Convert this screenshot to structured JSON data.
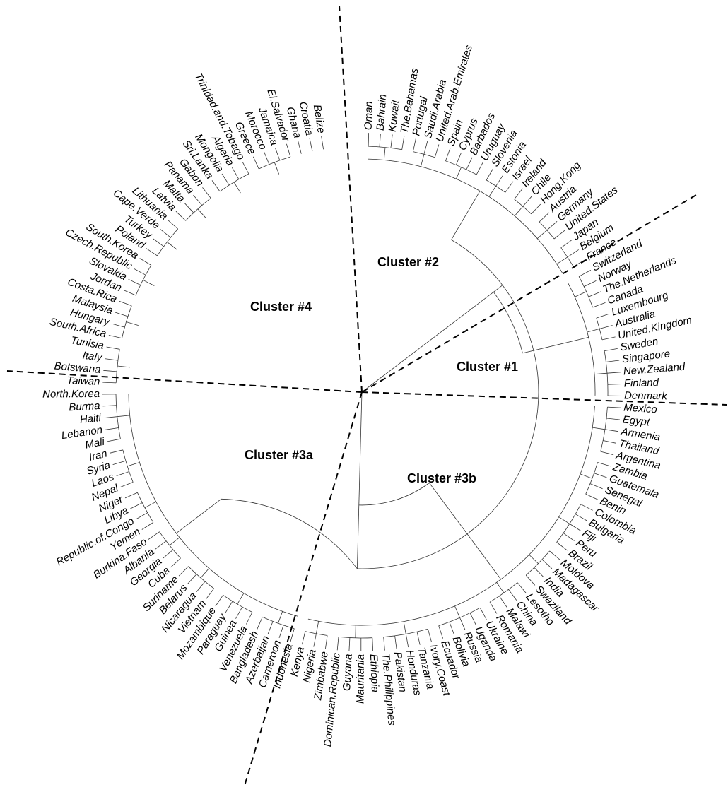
{
  "leaves": [
    "Oman",
    "Bahrain",
    "Kuwait",
    "The.Bahamas",
    "Portugal",
    "Saudi.Arabia",
    "United.Arab.Emirates",
    "Spain",
    "Cyprus",
    "Barbados",
    "Uruguay",
    "Slovenia",
    "Estonia",
    "Israel",
    "Ireland",
    "Chile",
    "Hong.Kong",
    "Austria",
    "Germany",
    "United.States",
    "Japan",
    "Belgium",
    "France",
    "Switzerland",
    "Norway",
    "The.Netherlands",
    "Canada",
    "Luxembourg",
    "Australia",
    "United.Kingdom",
    "Sweden",
    "Singapore",
    "New.Zealand",
    "Finland",
    "Denmark",
    "Mexico",
    "Egypt",
    "Armenia",
    "Thailand",
    "Argentina",
    "Zambia",
    "Guatemala",
    "Senegal",
    "Benin",
    "Colombia",
    "Bulgaria",
    "Fiji",
    "Peru",
    "Brazil",
    "Moldova",
    "Madagascar",
    "India",
    "Swaziland",
    "Lesotho",
    "China",
    "Malawi",
    "Romania",
    "Ukraine",
    "Uganda",
    "Russia",
    "Bolivia",
    "Ecuador",
    "Ivory.Coast",
    "Tanzania",
    "Honduras",
    "Pakistan",
    "The.Philippines",
    "Ethiopia",
    "Mauritania",
    "Guyana",
    "Dominican.Republic",
    "Zimbabwe",
    "Nigeria",
    "Kenya",
    "Indonesia",
    "Cameroon",
    "Azerbaijan",
    "Bangladesh",
    "Venezuela",
    "Guinea",
    "Paraguay",
    "Mozambique",
    "Vietnam",
    "Nicaragua",
    "Belarus",
    "Suriname",
    "Cuba",
    "Georgia",
    "Albania",
    "Burkina.Faso",
    "Yemen",
    "Republic.of.Congo",
    "Libya",
    "Niger",
    "Nepal",
    "Laos",
    "Syria",
    "Iran",
    "Mali",
    "Lebanon",
    "Haiti",
    "Burma",
    "North.Korea",
    "Taiwan",
    "Botswana",
    "Italy",
    "Tunisia",
    "South.Africa",
    "Hungary",
    "Malaysia",
    "Costa.Rica",
    "Jordan",
    "Slovakia",
    "Czech.Republic",
    "South.Korea",
    "Poland",
    "Turkey",
    "Cape.Verde",
    "Lithuania",
    "Latvia",
    "Malta",
    "Panama",
    "Gabon",
    "Sri.Lanka",
    "Mongolia",
    "Algeria",
    "Trinidad.and.Tobago",
    "Greece",
    "Morocco",
    "Jamaica",
    "El.Salvador",
    "Ghana",
    "Croatia",
    "Belize"
  ],
  "clusters": [
    {
      "label": "Cluster #1"
    },
    {
      "label": "Cluster #2"
    },
    {
      "label": "Cluster #3a"
    },
    {
      "label": "Cluster #3b"
    },
    {
      "label": "Cluster #4"
    }
  ]
}
